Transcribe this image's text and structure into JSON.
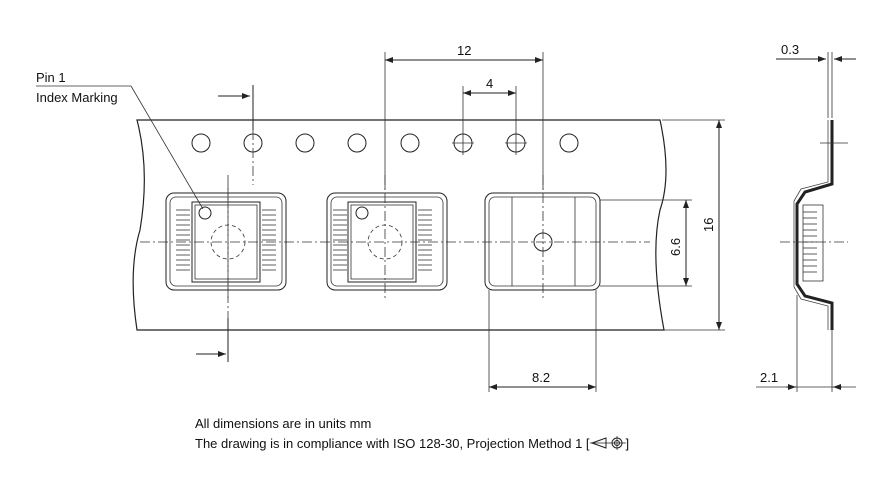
{
  "labels": {
    "pin1": "Pin 1",
    "index_marking": "Index Marking"
  },
  "dimensions": {
    "pitch_12": "12",
    "pitch_4": "4",
    "height_6_6": "6.6",
    "width_16": "16",
    "thickness_0_3": "0.3",
    "width_8_2": "8.2",
    "depth_2_1": "2.1"
  },
  "notes": {
    "line1": "All dimensions are in units mm",
    "line2_prefix": "The drawing is in compliance with ISO 128-30, Projection Method 1 [",
    "line2_suffix": "]"
  }
}
